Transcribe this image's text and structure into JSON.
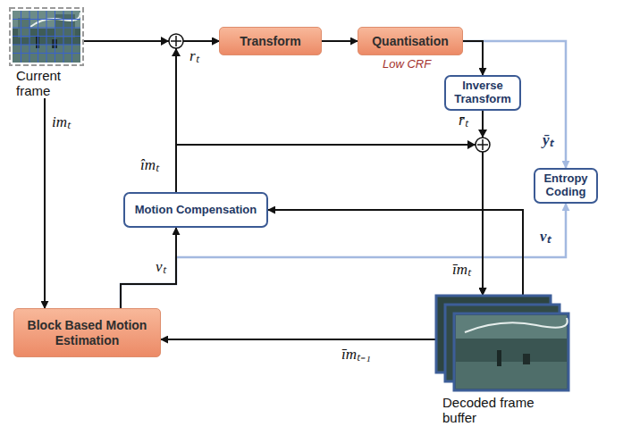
{
  "diagram": {
    "nodes": [
      {
        "text": [
          "Current frame"
        ]
      },
      {
        "text": [
          "Transform"
        ]
      },
      {
        "text": [
          "Quantisation"
        ]
      },
      {
        "text": [
          "Inverse Transform"
        ]
      },
      {
        "text": [
          "Entropy Coding"
        ]
      },
      {
        "text": [
          "Motion Compensation"
        ]
      },
      {
        "text": [
          "Block Based Motion Estimation"
        ]
      },
      {
        "text": [
          "Decoded frame buffer"
        ]
      }
    ],
    "edges": [
      {
        "from": 0,
        "to": 1,
        "arrow": "to",
        "label": "rₜ"
      },
      {
        "from": 1,
        "to": 2,
        "arrow": "to"
      },
      {
        "from": 2,
        "to": 3,
        "arrow": "to"
      },
      {
        "from": 2,
        "to": 4,
        "arrow": "to",
        "label": "ȳₜ"
      },
      {
        "from": 3,
        "to": 7,
        "arrow": "to",
        "label": "r̄ₜ"
      },
      {
        "from": 5,
        "to": 1,
        "arrow": "to",
        "label": "îmₜ"
      },
      {
        "from": 5,
        "to": 7,
        "arrow": "to"
      },
      {
        "from": 0,
        "to": 6,
        "arrow": "to",
        "label": "imₜ"
      },
      {
        "from": 6,
        "to": 5,
        "arrow": "to",
        "label": "vₜ"
      },
      {
        "from": 6,
        "to": 4,
        "arrow": "to",
        "label": "vₜ"
      },
      {
        "from": 7,
        "to": 5,
        "arrow": "to"
      },
      {
        "from": 7,
        "to": 6,
        "arrow": "to",
        "label": "īmₜ₋₁"
      }
    ],
    "labels": [
      "Low CRF",
      "īmₜ"
    ]
  }
}
